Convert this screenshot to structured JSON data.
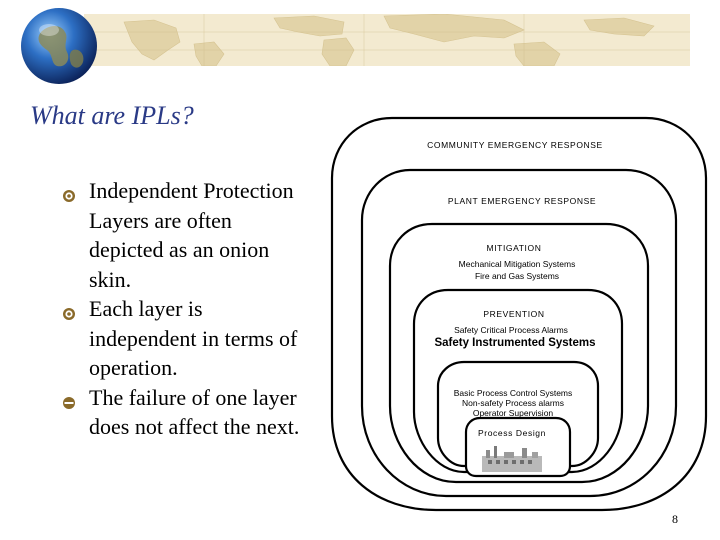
{
  "slide": {
    "title": "What are IPLs?",
    "page_number": "8"
  },
  "bullets": [
    {
      "text": "Independent Protection Layers are often depicted as an onion skin.",
      "icon": "circle-bullet-icon"
    },
    {
      "text": "Each layer is independent in terms of operation.",
      "icon": "circle-bullet-icon"
    },
    {
      "text": "The failure of one layer does not affect the next.",
      "icon": "half-circle-bullet-icon"
    }
  ],
  "onion": {
    "community": {
      "label": "COMMUNITY EMERGENCY RESPONSE"
    },
    "plant": {
      "label": "PLANT EMERGENCY RESPONSE"
    },
    "mitigation": {
      "label": "MITIGATION",
      "lines": [
        "Mechanical Mitigation Systems",
        "Fire and Gas Systems"
      ]
    },
    "prevention": {
      "label": "PREVENTION",
      "line1": "Safety Critical Process Alarms",
      "line2": "Safety Instrumented Systems"
    },
    "control": {
      "lines": [
        "Basic Process Control Systems",
        "Non-safety Process alarms",
        "Operator Supervision"
      ]
    },
    "design": {
      "label": "Process Design"
    }
  },
  "colors": {
    "title": "#2a3a86",
    "banner": "#f3ead0",
    "bullet": "#8a6a2a",
    "layer_fill_outer": "#ffffff",
    "layer_fill_inner": "#ffffff",
    "stroke": "#000000"
  },
  "icons": {
    "globe": "globe-icon",
    "world_map": "world-map-banner",
    "plant": "process-plant-icon"
  }
}
